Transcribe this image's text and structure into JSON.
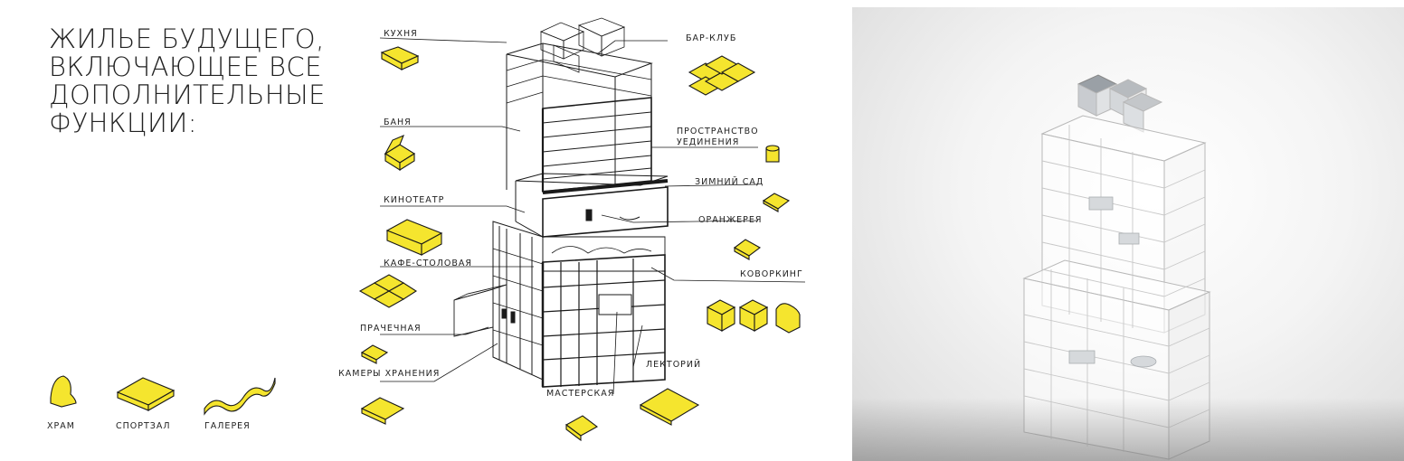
{
  "title_lines": [
    "ЖИЛЬЕ БУДУЩЕГО,",
    "ВКЛЮЧАЮЩЕЕ ВСЕ",
    "ДОПОЛНИТЕЛЬНЫЕ",
    "ФУНКЦИИ:"
  ],
  "labels": {
    "kitchen": "КУХНЯ",
    "bar_club": "БАР-КЛУБ",
    "sauna": "БАНЯ",
    "solitude_line1": "ПРОСТРАНСТВО",
    "solitude_line2": "УЕДИНЕНИЯ",
    "cinema": "КИНОТЕАТР",
    "winter_garden": "ЗИМНИЙ САД",
    "greenhouse": "ОРАНЖЕРЕЯ",
    "cafe": "КАФЕ-СТОЛОВАЯ",
    "coworking": "КОВОРКИНГ",
    "laundry": "ПРАЧЕЧНАЯ",
    "storage": "КАМЕРЫ ХРАНЕНИЯ",
    "lecture_hall": "ЛЕКТОРИЙ",
    "workshop": "МАСТЕРСКАЯ",
    "temple": "ХРАМ",
    "gym": "СПОРТЗАЛ",
    "gallery": "ГАЛЕРЕЯ"
  },
  "colors": {
    "accent_yellow": "#f5e52e",
    "outline": "#1a1a1a",
    "render_background": "#e6e6e6"
  }
}
